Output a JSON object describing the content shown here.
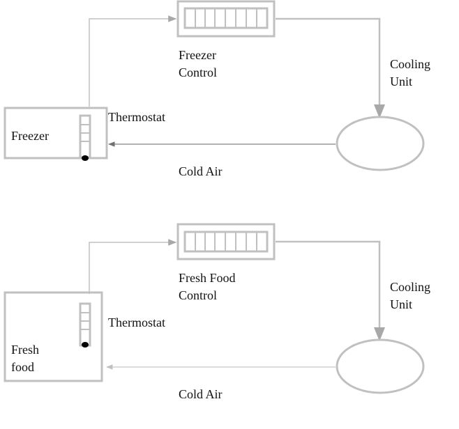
{
  "colors": {
    "stroke": "#c0c0c0",
    "arrow_dark": "#808080",
    "arrow_light": "#c8c8c8",
    "bulb": "#000000",
    "text": "#111111"
  },
  "freezer_loop": {
    "compartment": {
      "line1": "Freezer",
      "line2": ""
    },
    "thermostat": "Thermostat",
    "control": {
      "line1": "Freezer",
      "line2": "Control"
    },
    "cooling_unit": {
      "line1": "Cooling",
      "line2": "Unit"
    },
    "air": "Cold Air"
  },
  "fresh_food_loop": {
    "compartment": {
      "line1": "Fresh",
      "line2": "food"
    },
    "thermostat": "Thermostat",
    "control": {
      "line1": "Fresh Food",
      "line2": "Control"
    },
    "cooling_unit": {
      "line1": "Cooling",
      "line2": "Unit"
    },
    "air": "Cold Air"
  }
}
